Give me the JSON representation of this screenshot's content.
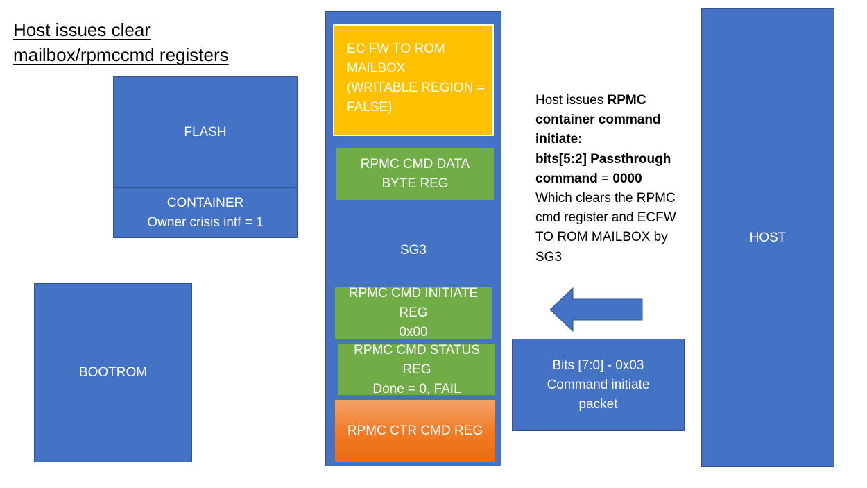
{
  "title": "Host issues clear\nmailbox/rpmccmd registers",
  "flash": {
    "label": "FLASH"
  },
  "container": {
    "label": "CONTAINER\nOwner crisis intf = 1"
  },
  "bootrom": {
    "label": "BOOTROM"
  },
  "sg3": {
    "label": "SG3",
    "mailbox": "EC FW TO ROM\nMAILBOX\n(WRITABLE REGION =\nFALSE)",
    "data_reg": "RPMC CMD DATA\nBYTE REG",
    "initiate_reg": "RPMC CMD INITIATE\nREG\n0x00",
    "status_reg": "RPMC CMD STATUS\nREG\nDone = 0, FAIL",
    "ctr_reg": "RPMC CTR CMD REG"
  },
  "host": {
    "label": "HOST"
  },
  "packet": {
    "label": "Bits [7:0] - 0x03\nCommand initiate\npacket"
  },
  "description": {
    "part1": "Host issues ",
    "bold1": "RPMC container command initiate:",
    "bold2": "bits[5:2] Passthrough command",
    "part2": " = ",
    "bold3": "0000",
    "part3": "Which clears the RPMC cmd register and ECFW TO ROM MAILBOX by SG3"
  },
  "colors": {
    "blue": "#4472c4",
    "yellow": "#ffc000",
    "green": "#70ad47",
    "orange": "#f07a22"
  }
}
